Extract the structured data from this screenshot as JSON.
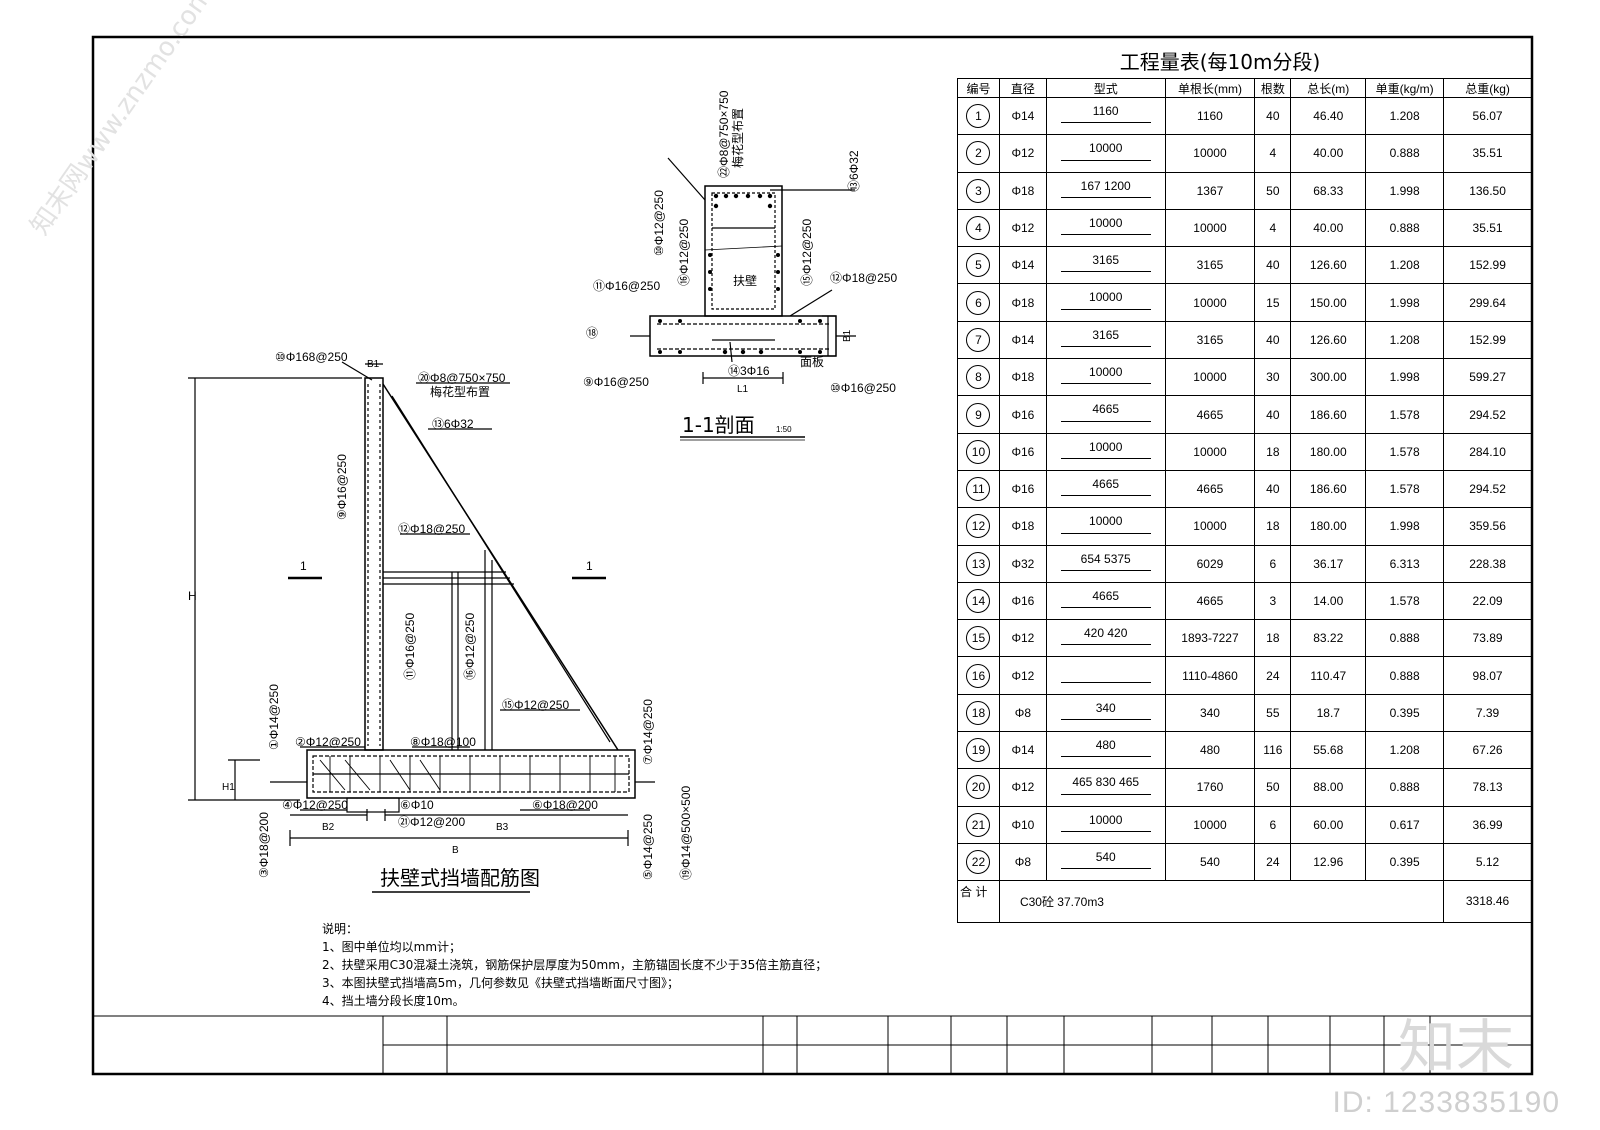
{
  "table": {
    "title": "工程量表(每10m分段)",
    "headers": [
      "编号",
      "直径",
      "型式",
      "单根长(mm)",
      "根数",
      "总长(m)",
      "单重(kg/m)",
      "总重(kg)"
    ],
    "rows": [
      {
        "no": "1",
        "dia": "Φ14",
        "shape": "1160",
        "len": "1160",
        "count": "40",
        "total_len": "46.40",
        "unit_w": "1.208",
        "total_w": "56.07"
      },
      {
        "no": "2",
        "dia": "Φ12",
        "shape": "10000",
        "len": "10000",
        "count": "4",
        "total_len": "40.00",
        "unit_w": "0.888",
        "total_w": "35.51"
      },
      {
        "no": "3",
        "dia": "Φ18",
        "shape": "167  1200",
        "len": "1367",
        "count": "50",
        "total_len": "68.33",
        "unit_w": "1.998",
        "total_w": "136.50"
      },
      {
        "no": "4",
        "dia": "Φ12",
        "shape": "10000",
        "len": "10000",
        "count": "4",
        "total_len": "40.00",
        "unit_w": "0.888",
        "total_w": "35.51"
      },
      {
        "no": "5",
        "dia": "Φ14",
        "shape": "3165",
        "len": "3165",
        "count": "40",
        "total_len": "126.60",
        "unit_w": "1.208",
        "total_w": "152.99"
      },
      {
        "no": "6",
        "dia": "Φ18",
        "shape": "10000",
        "len": "10000",
        "count": "15",
        "total_len": "150.00",
        "unit_w": "1.998",
        "total_w": "299.64"
      },
      {
        "no": "7",
        "dia": "Φ14",
        "shape": "3165",
        "len": "3165",
        "count": "40",
        "total_len": "126.60",
        "unit_w": "1.208",
        "total_w": "152.99"
      },
      {
        "no": "8",
        "dia": "Φ18",
        "shape": "10000",
        "len": "10000",
        "count": "30",
        "total_len": "300.00",
        "unit_w": "1.998",
        "total_w": "599.27"
      },
      {
        "no": "9",
        "dia": "Φ16",
        "shape": "4665",
        "len": "4665",
        "count": "40",
        "total_len": "186.60",
        "unit_w": "1.578",
        "total_w": "294.52"
      },
      {
        "no": "10",
        "dia": "Φ16",
        "shape": "10000",
        "len": "10000",
        "count": "18",
        "total_len": "180.00",
        "unit_w": "1.578",
        "total_w": "284.10"
      },
      {
        "no": "11",
        "dia": "Φ16",
        "shape": "4665",
        "len": "4665",
        "count": "40",
        "total_len": "186.60",
        "unit_w": "1.578",
        "total_w": "294.52"
      },
      {
        "no": "12",
        "dia": "Φ18",
        "shape": "10000",
        "len": "10000",
        "count": "18",
        "total_len": "180.00",
        "unit_w": "1.998",
        "total_w": "359.56"
      },
      {
        "no": "13",
        "dia": "Φ32",
        "shape": "654  5375",
        "len": "6029",
        "count": "6",
        "total_len": "36.17",
        "unit_w": "6.313",
        "total_w": "228.38"
      },
      {
        "no": "14",
        "dia": "Φ16",
        "shape": "4665",
        "len": "4665",
        "count": "3",
        "total_len": "14.00",
        "unit_w": "1.578",
        "total_w": "22.09"
      },
      {
        "no": "15",
        "dia": "Φ12",
        "shape": "420        420",
        "len": "1893-7227",
        "count": "18",
        "total_len": "83.22",
        "unit_w": "0.888",
        "total_w": "73.89"
      },
      {
        "no": "16",
        "dia": "Φ12",
        "shape": "",
        "len": "1110-4860",
        "count": "24",
        "total_len": "110.47",
        "unit_w": "0.888",
        "total_w": "98.07"
      },
      {
        "no": "18",
        "dia": "Φ8",
        "shape": "340",
        "len": "340",
        "count": "55",
        "total_len": "18.7",
        "unit_w": "0.395",
        "total_w": "7.39"
      },
      {
        "no": "19",
        "dia": "Φ14",
        "shape": "480",
        "len": "480",
        "count": "116",
        "total_len": "55.68",
        "unit_w": "1.208",
        "total_w": "67.26"
      },
      {
        "no": "20",
        "dia": "Φ12",
        "shape": "465  830  465",
        "len": "1760",
        "count": "50",
        "total_len": "88.00",
        "unit_w": "0.888",
        "total_w": "78.13"
      },
      {
        "no": "21",
        "dia": "Φ10",
        "shape": "10000",
        "len": "10000",
        "count": "6",
        "total_len": "60.00",
        "unit_w": "0.617",
        "total_w": "36.99"
      },
      {
        "no": "22",
        "dia": "Φ8",
        "shape": "540",
        "len": "540",
        "count": "24",
        "total_len": "12.96",
        "unit_w": "0.395",
        "total_w": "5.12"
      }
    ],
    "total_label": "合 计",
    "total_concrete": "C30砼 37.70m3",
    "total_weight": "3318.46"
  },
  "main_drawing": {
    "title": "扶壁式挡墙配筋图",
    "labels": {
      "l10": "⑩Φ168@250",
      "b1": "B1",
      "l22": "⑳Φ8@750×750",
      "l22b": "梅花型布置",
      "l13": "⑬6Φ32",
      "l9": "⑨Φ16@250",
      "l12": "⑫Φ18@250",
      "l11": "⑪Φ16@250",
      "l15": "⑮Φ12@250",
      "l16": "⑯Φ12@250",
      "l1": "①Φ14@250",
      "l2": "②Φ12@250",
      "l8": "⑧Φ18@100",
      "l7": "⑦Φ14@250",
      "l4": "④Φ12@250",
      "l6b": "⑥Φ10",
      "l21": "㉑Φ12@200",
      "l6": "⑥Φ18@200",
      "l3": "③Φ18@200",
      "l5": "⑤Φ14@250",
      "l19": "⑲Φ14@500×500",
      "h": "H",
      "h1": "H1",
      "b2": "B2",
      "b3": "B3",
      "b": "B",
      "sec_mark": "1"
    }
  },
  "section": {
    "title": "1-1剖面",
    "scale": "1:50",
    "labels": {
      "t22": "㉒Φ8@750×750",
      "t22b": "梅花型布置",
      "t13": "⑬6Φ32",
      "t10": "⑩Φ12@250",
      "t16": "⑯Φ12@250",
      "t15": "⑮Φ12@250",
      "t11": "⑪Φ16@250",
      "t12": "⑫Φ18@250",
      "t18": "⑱",
      "t14": "⑭3Φ16",
      "t9": "⑨Φ16@250",
      "t10b": "⑩Φ16@250",
      "buttress": "扶壁",
      "panel": "面板",
      "l1": "L1",
      "b1": "B1"
    }
  },
  "notes": {
    "title": "说明：",
    "items": [
      "1、图中单位均以mm计；",
      "2、扶壁采用C30混凝土浇筑，钢筋保护层厚度为50mm，主筋锚固长度不少于35倍主筋直径；",
      "3、本图扶壁式挡墙高5m，几何参数见《扶壁式挡墙断面尺寸图》；",
      "4、挡土墙分段长度10m。"
    ]
  },
  "watermarks": {
    "site": "知末网www.znzmo.com",
    "brand": "知末",
    "id": "ID: 1233835190"
  }
}
